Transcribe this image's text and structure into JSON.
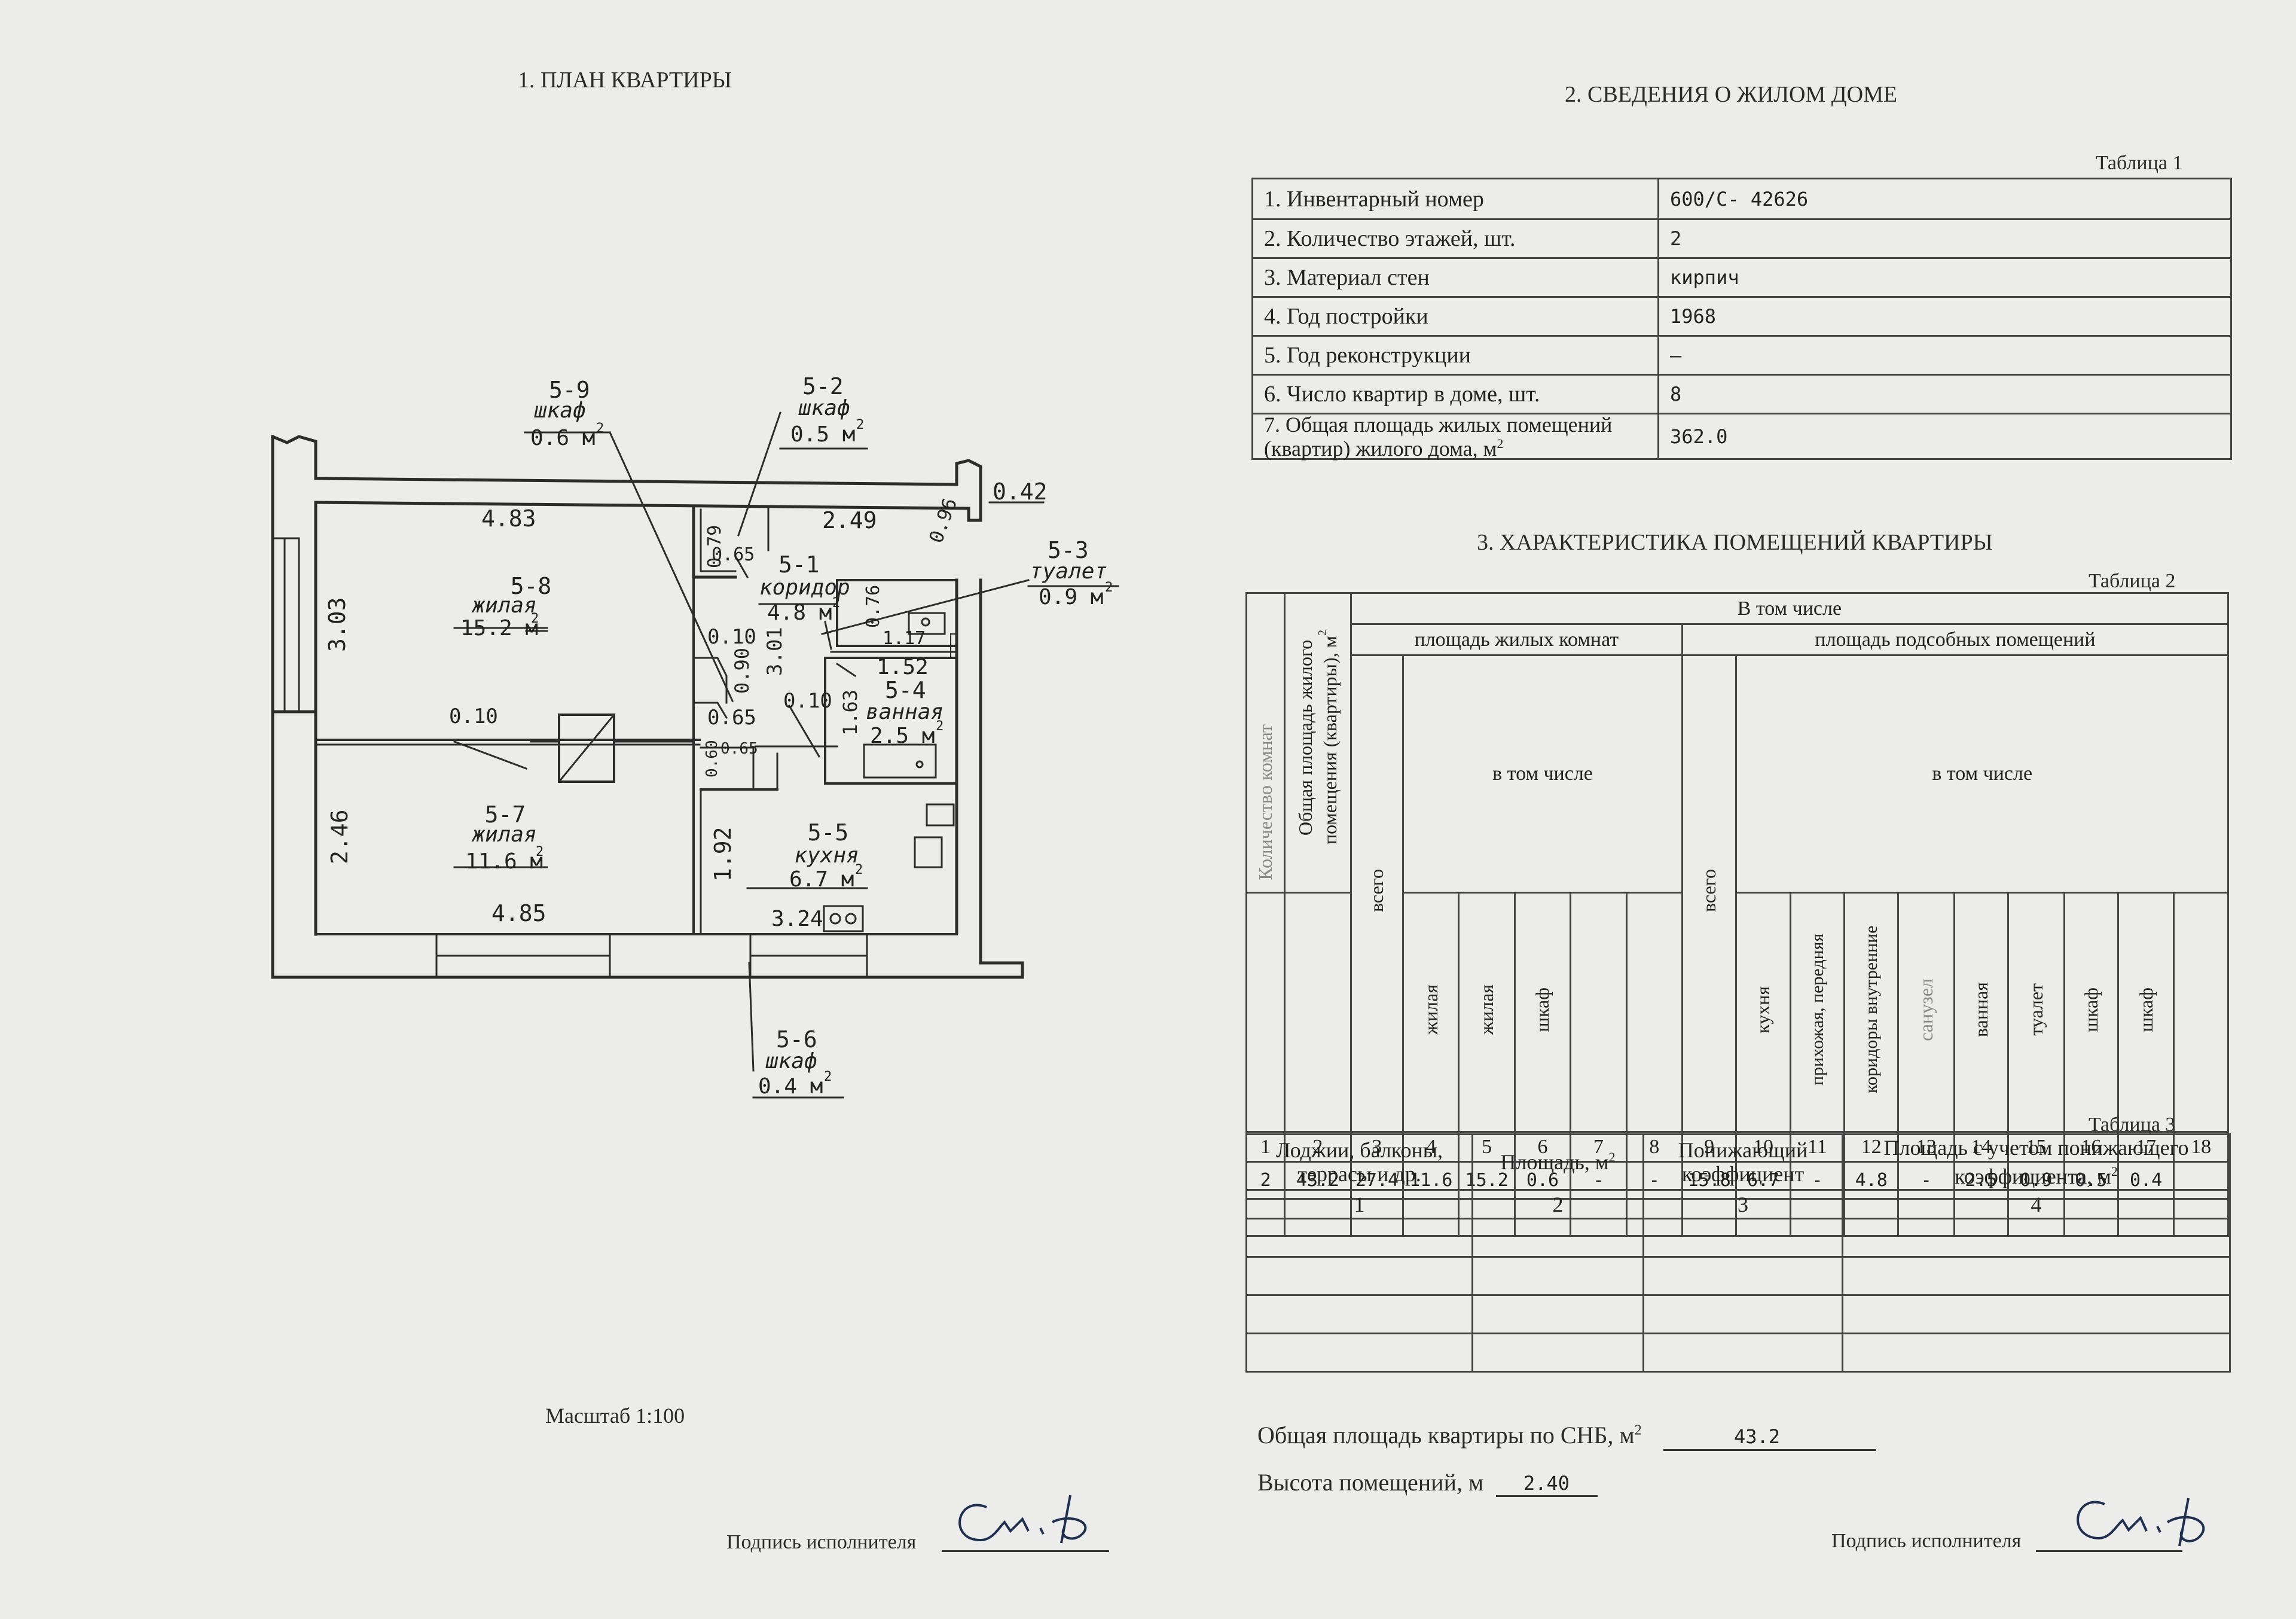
{
  "plan": {
    "title": "1. ПЛАН КВАРТИРЫ",
    "scale": "Масштаб 1:100",
    "signature_label": "Подпись исполнителя",
    "rooms": {
      "r58": {
        "code": "5-8",
        "type": "жилая",
        "area": "15.2 м"
      },
      "r57": {
        "code": "5-7",
        "type": "жилая",
        "area": "11.6 м"
      },
      "r55": {
        "code": "5-5",
        "type": "кухня",
        "area": "6.7 м"
      },
      "r51": {
        "code": "5-1",
        "type": "коридор",
        "area": "4.8 м"
      },
      "r54": {
        "code": "5-4",
        "type": "ванная",
        "area": "2.5 м"
      },
      "r53": {
        "code": "5-3",
        "type": "туалет",
        "area": "0.9 м"
      },
      "r59": {
        "code": "5-9",
        "type": "шкаф",
        "area": "0.6 м"
      },
      "r52": {
        "code": "5-2",
        "type": "шкаф",
        "area": "0.5 м"
      },
      "r56": {
        "code": "5-6",
        "type": "шкаф",
        "area": "0.4 м"
      }
    },
    "dims": {
      "d483": "4.83",
      "d249": "2.49",
      "d042": "0.42",
      "d096": "0.96",
      "d303": "3.03",
      "d079": "0.79",
      "d065a": "0.65",
      "d010a": "0.10",
      "d301": "3.01",
      "d076": "0.76",
      "d117": "1.17",
      "d152": "1.52",
      "d090": "0.90",
      "d065b": "0.65",
      "d010b": "0.10",
      "d010c": "0.10",
      "d163": "1.63",
      "d060": "0.60",
      "d065c": "0.65",
      "d246": "2.46",
      "d192": "1.92",
      "d485": "4.85",
      "d324": "3.24"
    }
  },
  "house": {
    "title": "2. СВЕДЕНИЯ О ЖИЛОМ ДОМЕ",
    "table_label": "Таблица 1",
    "rows": [
      {
        "label": "1. Инвентарный номер",
        "value": "600/С- 42626"
      },
      {
        "label": "2. Количество этажей, шт.",
        "value": "2"
      },
      {
        "label": "3. Материал стен",
        "value": "кирпич"
      },
      {
        "label": "4. Год постройки",
        "value": "1968"
      },
      {
        "label": "5. Год реконструкции",
        "value": "—"
      },
      {
        "label": "6. Число квартир в доме, шт.",
        "value": "8"
      },
      {
        "label1": "7. Общая площадь жилых помещений",
        "label2": "(квартир) жилого дома, м",
        "value": "362.0"
      }
    ]
  },
  "rooms_table": {
    "title": "3. ХАРАКТЕРИСТИКА ПОМЕЩЕНИЙ КВАРТИРЫ",
    "table_label": "Таблица 2",
    "h_including": "В том числе",
    "h_living_area": "площадь жилых комнат",
    "h_aux_area": "площадь подсобных помещений",
    "h_sub_including": "в том числе",
    "col_rooms": "Количество комнат",
    "col_total_area": "Общая площадь жилого помещения (квартиры), м",
    "cols": [
      "всего",
      "жилая",
      "жилая",
      "шкаф",
      "",
      "",
      "всего",
      "кухня",
      "прихожая, передняя",
      "коридоры внутренние",
      "санузел",
      "ванная",
      "туалет",
      "шкаф",
      "шкаф",
      ""
    ],
    "numbers": [
      "1",
      "2",
      "3",
      "4",
      "5",
      "6",
      "7",
      "8",
      "9",
      "10",
      "11",
      "12",
      "13",
      "14",
      "15",
      "16",
      "17",
      "18"
    ],
    "values": [
      "2",
      "43.2",
      "27.4",
      "11.6",
      "15.2",
      "0.6",
      "-",
      "-",
      "15.8",
      "6.7",
      "-",
      "4.8",
      "-",
      "2.5",
      "0.9",
      "0.5",
      "0.4",
      ""
    ]
  },
  "balcony_table": {
    "table_label": "Таблица 3",
    "headers": [
      "Лоджии, балконы, террасы и др.",
      "Площадь, м",
      "Понижающий коэффициент",
      "Площадь с учетом понижающего коэффициента, м"
    ],
    "numbers": [
      "1",
      "2",
      "3",
      "4"
    ]
  },
  "summary": {
    "total_label": "Общая площадь квартиры по СНБ, м",
    "total_value": "43.2",
    "height_label": "Высота помещений, м",
    "height_value": "2.40",
    "signature_label": "Подпись исполнителя"
  },
  "colors": {
    "paper": "#ececea",
    "ink": "#2a2a2a",
    "background": "#a88e74"
  }
}
